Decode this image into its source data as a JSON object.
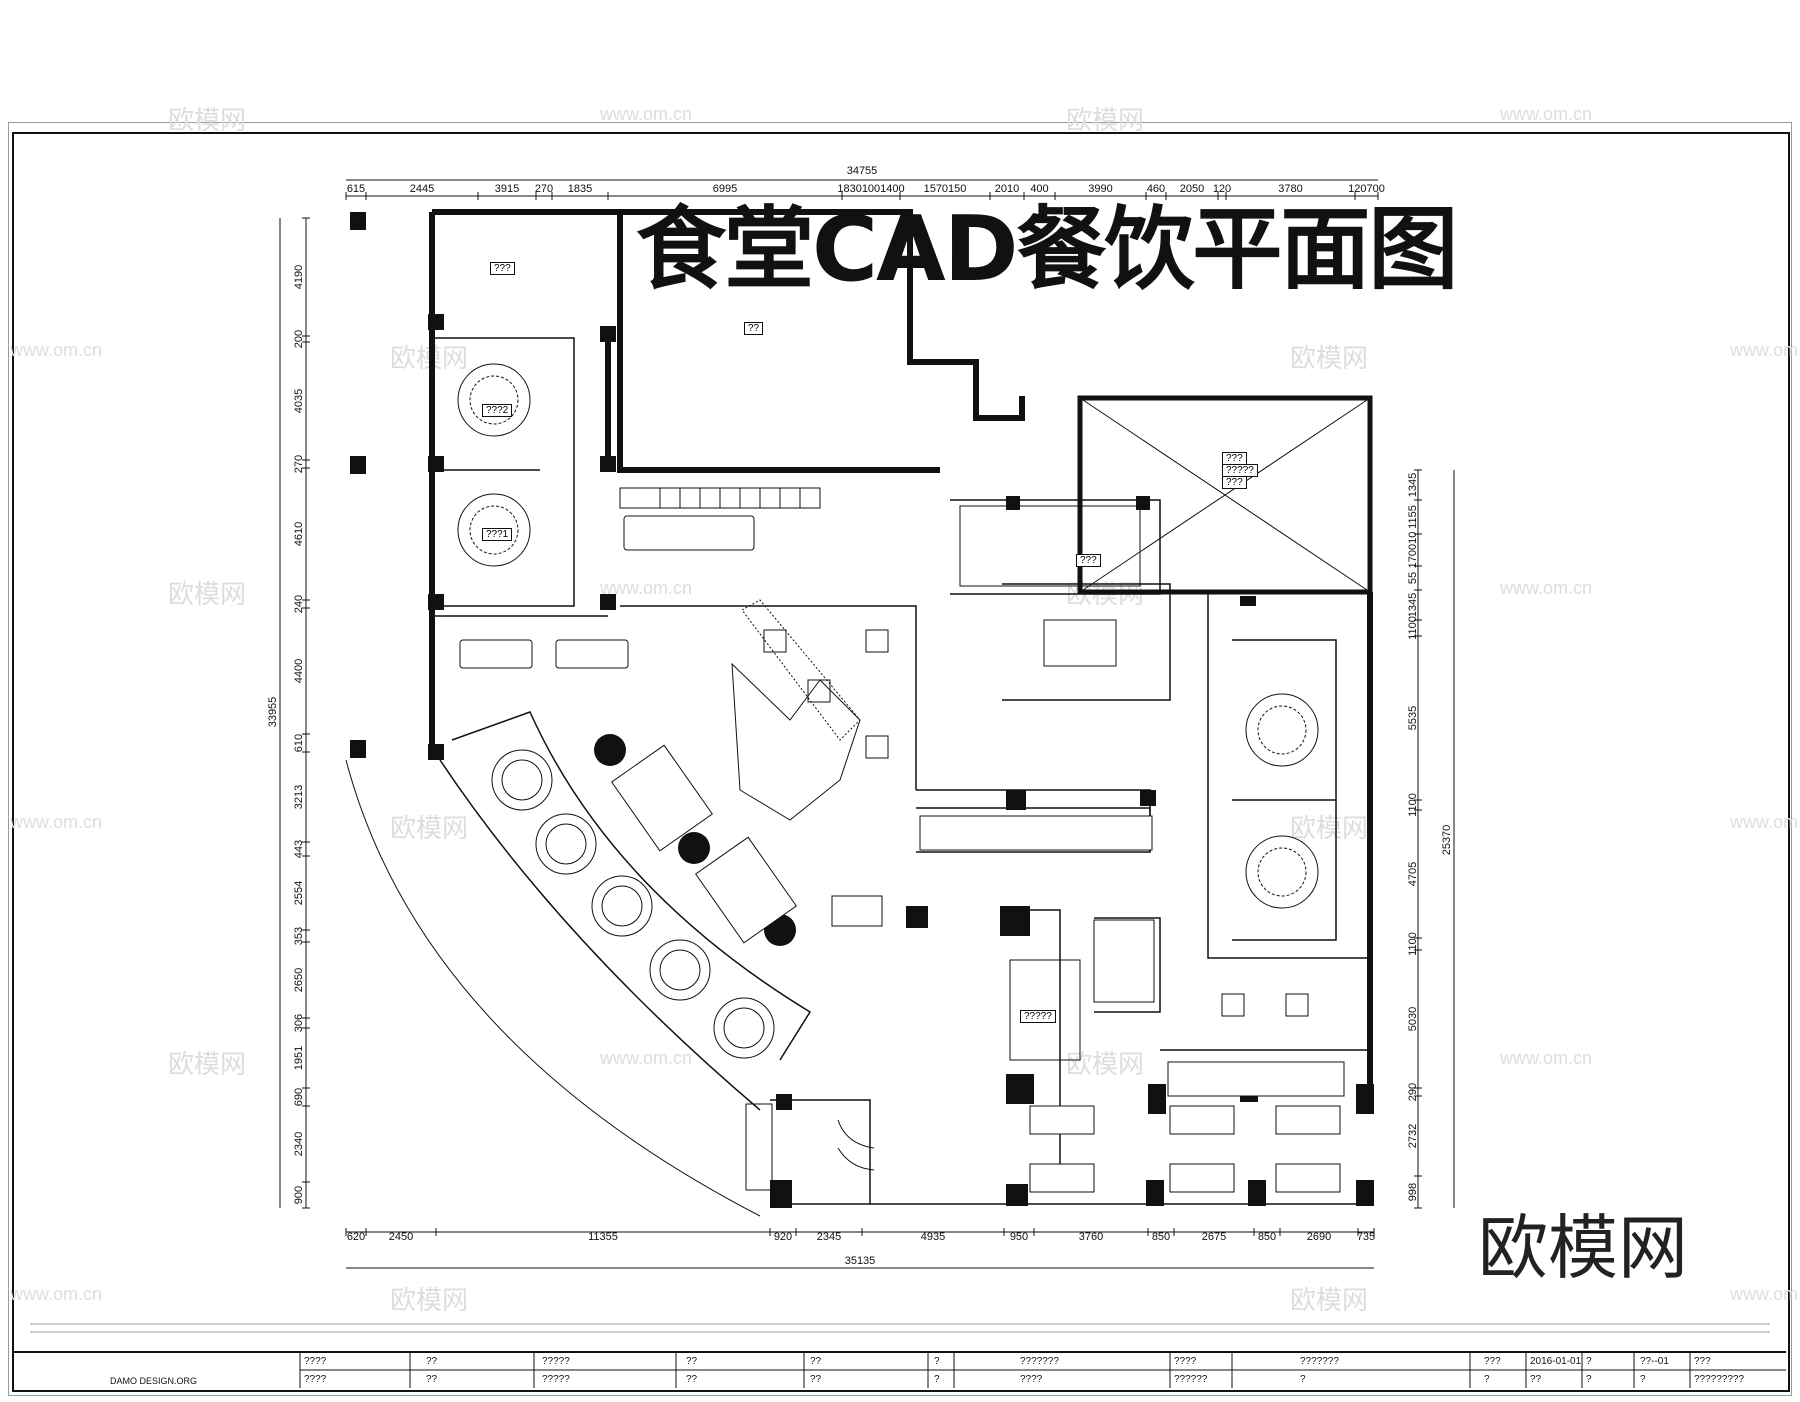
{
  "title": "食堂CAD餐饮平面图",
  "brand_logo": "欧模网",
  "watermark_text": "欧模网",
  "watermark_url": "www.om.cn",
  "dimensions": {
    "top_total": "34755",
    "top": [
      "615",
      "2445",
      "3915",
      "270",
      "1835",
      "6995",
      "18301001400",
      "1570150",
      "2010",
      "400",
      "3990",
      "460",
      "2050",
      "120",
      "3780",
      "120700"
    ],
    "bottom_total": "35135",
    "bottom": [
      "620",
      "2450",
      "11355",
      "920",
      "2345",
      "4935",
      "950",
      "3760",
      "850",
      "2675",
      "850",
      "2690",
      "735"
    ],
    "left_total": "33955",
    "left": [
      "4190",
      "200",
      "4035",
      "270",
      "4610",
      "240",
      "4400",
      "610",
      "3213",
      "443",
      "2554",
      "353",
      "2650",
      "306",
      "1951",
      "690",
      "2340",
      "900"
    ],
    "right_total": "25370",
    "right": [
      "1345",
      "1155",
      "170010",
      "55",
      "1345",
      "1100",
      "5535",
      "1100",
      "4705",
      "1100",
      "5030",
      "290",
      "2732",
      "998"
    ]
  },
  "room_labels": [
    "???",
    "??",
    "???2",
    "???1",
    "???",
    "?????",
    "???",
    "???",
    "?????"
  ],
  "title_block": {
    "company": "DAMO DESIGN.ORG",
    "row1": [
      "????",
      "??",
      "?????",
      "??",
      "??",
      "?",
      "???????",
      "????",
      "???????",
      "???",
      "2016-01-01",
      "?",
      "??--01",
      "???"
    ],
    "row2": [
      "????",
      "??",
      "?????",
      "??",
      "??",
      "?",
      "????",
      "??????",
      "?",
      "?",
      "??",
      "?",
      "?",
      "?????????"
    ]
  }
}
